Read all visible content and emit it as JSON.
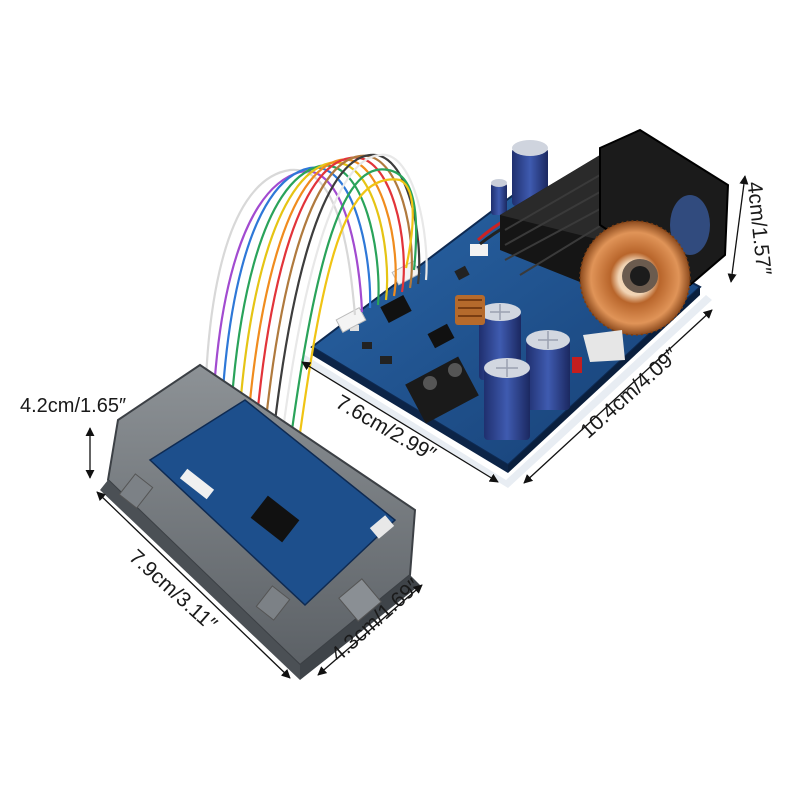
{
  "product": {
    "image_kind": "product-photo",
    "background_color": "#ffffff",
    "pcb_color": "#1d4f8c",
    "heatsink_color": "#141414",
    "inductor_color": "#c8743a",
    "capacitor_color": "#2a3f86",
    "case_color": "#6f7479"
  },
  "dimensions": {
    "display_height": "4.2cm/1.65″",
    "display_width": "7.9cm/3.11″",
    "display_depth": "4.3cm/1.69″",
    "board_width": "7.6cm/2.99″",
    "board_length": "10.4cm/4.09″",
    "board_height": "4cm/1.57″"
  }
}
